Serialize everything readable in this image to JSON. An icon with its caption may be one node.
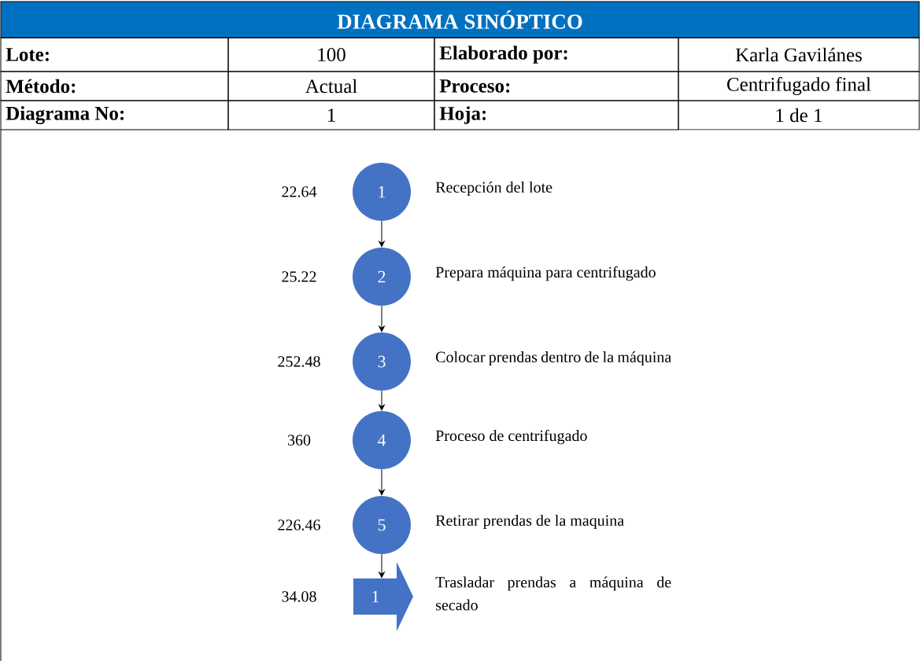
{
  "diagram": {
    "title": "DIAGRAMA SINÓPTICO",
    "nodes": [
      {
        "text": [
          "1"
        ],
        "beside": [
          "22.64",
          "Recepción del lote"
        ]
      },
      {
        "text": [
          "2"
        ],
        "beside": [
          "25.22",
          "Prepara máquina para centrifugado"
        ]
      },
      {
        "text": [
          "3"
        ],
        "beside": [
          "252.48",
          "Colocar prendas dentro de la máquina"
        ]
      },
      {
        "text": [
          "4"
        ],
        "beside": [
          "360",
          "Proceso de centrifugado"
        ]
      },
      {
        "text": [
          "5"
        ],
        "beside": [
          "226.46",
          "Retirar prendas de la maquina"
        ]
      },
      {
        "text": [
          "1"
        ],
        "beside": [
          "34.08",
          "Trasladar prendas a máquina de secado"
        ]
      }
    ],
    "edges": [
      {
        "from": 0,
        "to": 1,
        "arrow": "to"
      },
      {
        "from": 1,
        "to": 2,
        "arrow": "to"
      },
      {
        "from": 2,
        "to": 3,
        "arrow": "to"
      },
      {
        "from": 3,
        "to": 4,
        "arrow": "to"
      },
      {
        "from": 4,
        "to": 5,
        "arrow": "to"
      }
    ],
    "labels": [
      "Lote:",
      "100",
      "Elaborado por:",
      "Karla Gavilánes",
      "Método:",
      "Actual",
      "Proceso:",
      "Centrifugado final",
      "Diagrama No:",
      "1",
      "Hoja:",
      "1 de 1"
    ]
  }
}
